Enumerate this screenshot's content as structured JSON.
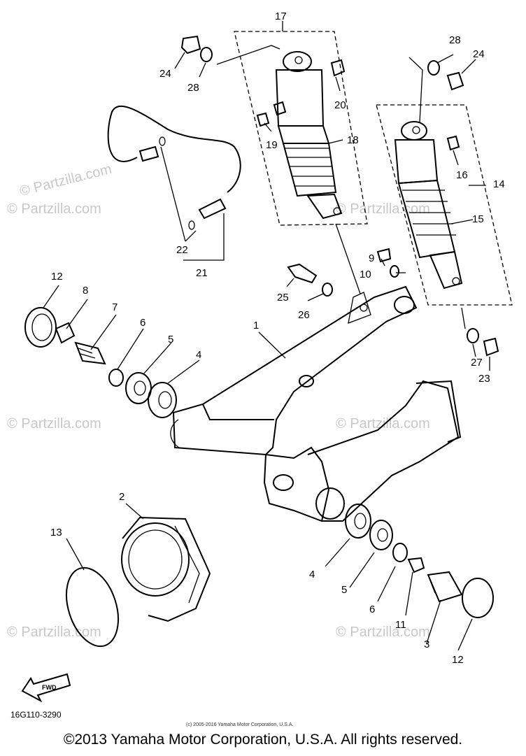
{
  "watermark": "© Partzilla.com",
  "callouts": {
    "c1": "1",
    "c2": "2",
    "c3": "3",
    "c4a": "4",
    "c4b": "4",
    "c5a": "5",
    "c5b": "5",
    "c6a": "6",
    "c6b": "6",
    "c7": "7",
    "c8": "8",
    "c9": "9",
    "c10": "10",
    "c11": "11",
    "c12a": "12",
    "c12b": "12",
    "c13": "13",
    "c14": "14",
    "c15": "15",
    "c16": "16",
    "c17": "17",
    "c18": "18",
    "c19": "19",
    "c20": "20",
    "c21": "21",
    "c22": "22",
    "c23": "23",
    "c24a": "24",
    "c24b": "24",
    "c25": "25",
    "c26": "26",
    "c27": "27",
    "c28a": "28",
    "c28b": "28"
  },
  "fwd_label": "FWD",
  "diagram_code": "16G110-3290",
  "small_copyright": "(c) 2005-2016 Yamaha Motor Corporation, U.S.A.",
  "footer_copyright": "©2013 Yamaha Motor Corporation, U.S.A. All rights reserved."
}
